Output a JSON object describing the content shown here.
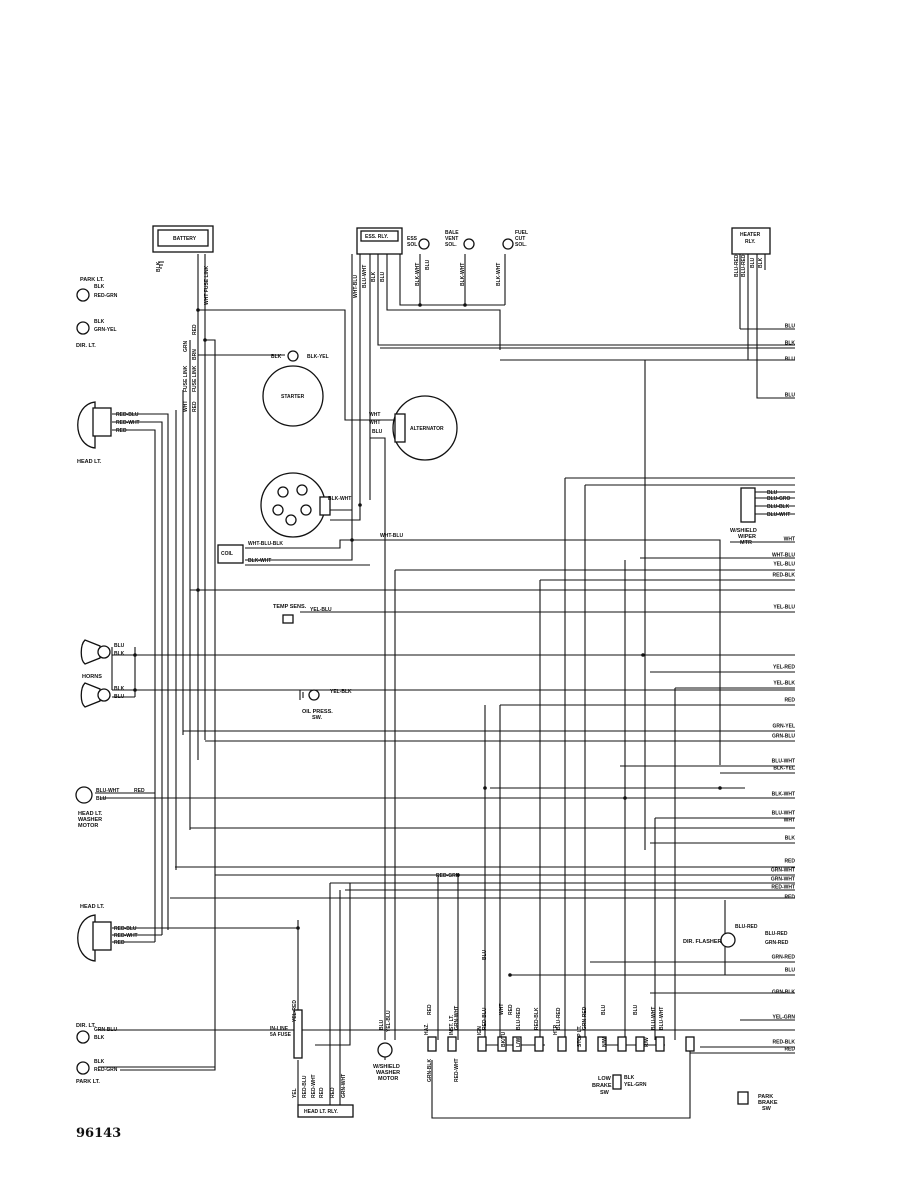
{
  "figure_number": "96143",
  "components": {
    "battery": "BATTERY",
    "ess_rly": "ESS. RLY.",
    "ess_sol": [
      "ESS",
      "SOL"
    ],
    "bale_vent_sol": [
      "BALE",
      "VENT",
      "SOL."
    ],
    "fuel_cut_sol": [
      "FUEL",
      "CUT",
      "SOL."
    ],
    "heater_rly": [
      "HEATER",
      "RLY."
    ],
    "park_lt_top": "PARK LT.",
    "dir_lt_top": "DIR. LT.",
    "head_lt_top": "HEAD LT.",
    "starter": "STARTER",
    "alternator": "ALTERNATOR",
    "coil": "COIL",
    "temp_sens": "TEMP SENS.",
    "horns": "HORNS",
    "oil_press_sw": [
      "OIL PRESS.",
      "SW."
    ],
    "head_lt_washer_motor": [
      "HEAD LT.",
      "WASHER",
      "MOTOR"
    ],
    "head_lt_bottom": "HEAD LT.",
    "dir_lt_bottom": "DIR. LT.",
    "park_lt_bottom": "PARK LT.",
    "inline_fuse": [
      "IN-LINE",
      "5A FUSE"
    ],
    "head_lt_rly": "HEAD LT. RLY.",
    "wshield_washer_motor": [
      "W/SHIELD",
      "WASHER",
      "MOTOR"
    ],
    "wshield_wiper_mtr": [
      "W/SHIELD",
      "WIPER",
      "MTR"
    ],
    "dir_flasher": "DIR. FLASHER",
    "low_brake_sw": [
      "LOW",
      "BRAKE",
      "SW"
    ],
    "park_brake_sw": [
      "PARK",
      "BRAKE",
      "SW"
    ]
  },
  "connectors": {
    "haz": "HAZ.",
    "inst_lt": "INST. LT.",
    "ign": "IGN",
    "bk_tu": "BK/TU",
    "lw": "L/W",
    "htr": "HTR",
    "stop_lt": "STOP LT.",
    "nw": "N/W",
    "rw": "R/W"
  },
  "wire_labels": {
    "park_top": [
      "BLK",
      "RED-GRN"
    ],
    "dir_top": [
      "BLK",
      "GRN-YEL"
    ],
    "head_top": [
      "RED-BLU",
      "RED-WHT",
      "RED"
    ],
    "battery_leads": [
      "BLK",
      "WHT FUSE LINK",
      "RED",
      "GRN",
      "BRN",
      "FUSE LINK",
      "FUSE LINK",
      "WHT",
      "RED"
    ],
    "ess_leads": [
      "WHT-BLU",
      "BLU-WHT",
      "BLK",
      "BLU",
      "BLU",
      "BLK-WHT",
      "BLK-WHT",
      "BLK-WHT"
    ],
    "heater_leads": [
      "BLU-RED",
      "BLU-RED",
      "BLU",
      "BLK"
    ],
    "starter_leads": [
      "BLK",
      "BLK-YEL"
    ],
    "alternator_leads": [
      "WHT",
      "WHT",
      "BLU"
    ],
    "distributor_leads": [
      "BLK-WHT",
      "WHT-BLU"
    ],
    "coil_leads": [
      "WHT-BLU-BLK",
      "BLK-WHT"
    ],
    "temp_sens_lead": "YEL-BLU",
    "horn_leads": [
      "BLU",
      "BLK",
      "BLK",
      "BLU"
    ],
    "oil_press_lead": "YEL-BLK",
    "washer_motor_leads": [
      "BLU-WHT",
      "BLU",
      "RED"
    ],
    "head_bottom": [
      "RED-BLU",
      "RED-WHT",
      "RED"
    ],
    "dir_bottom": [
      "GRN-BLU",
      "BLK"
    ],
    "park_bottom": [
      "BLK",
      "RED-GRN"
    ],
    "fuse_leads": [
      "YEL-RED",
      "YEL",
      "RED-BLU",
      "RED-WHT",
      "RED",
      "RED",
      "GRN-WHT"
    ],
    "wshield_washer_leads": [
      "BLU",
      "YEL-BLU"
    ],
    "connector_leads_top": [
      "RED",
      "GRN-WHT",
      "BLU",
      "RED-BLU",
      "WHT",
      "RED",
      "BLU-RED",
      "RED-BLK",
      "BLU-RED",
      "GRN-RED",
      "BLU",
      "BLU",
      "BLU-WHT",
      "BLU-WHT"
    ],
    "connector_leads_bottom": [
      "GRN-BLK",
      "RED-WHT"
    ],
    "red_grn_bus": "RED-GRN",
    "wiper_leads": [
      "BLU",
      "BLU-GRO",
      "BLU-BLK",
      "BLU-WHT"
    ],
    "flasher_leads": [
      "BLU-RED",
      "BLU-RED",
      "GRN-RED"
    ],
    "low_brake_leads": [
      "BLK",
      "YEL-GRN"
    ]
  },
  "right_edge_labels": [
    "BLU",
    "BLK",
    "BLU",
    "BLU",
    "WHT",
    "WHT-BLU",
    "YEL-BLU",
    "RED-BLK",
    "YEL-BLU",
    "YEL-RED",
    "YEL-BLK",
    "RED",
    "GRN-YEL",
    "GRN-BLU",
    "BLU-WHT",
    "BLK-YEL",
    "BLK-WHT",
    "BLU-WHT",
    "WHT",
    "BLK",
    "RED",
    "GRN-WHT",
    "GRN-WHT",
    "RED-WHT",
    "RED",
    "GRN-RED",
    "BLU",
    "GRN-BLK",
    "YEL-GRN",
    "RED-BLK",
    "RED"
  ]
}
